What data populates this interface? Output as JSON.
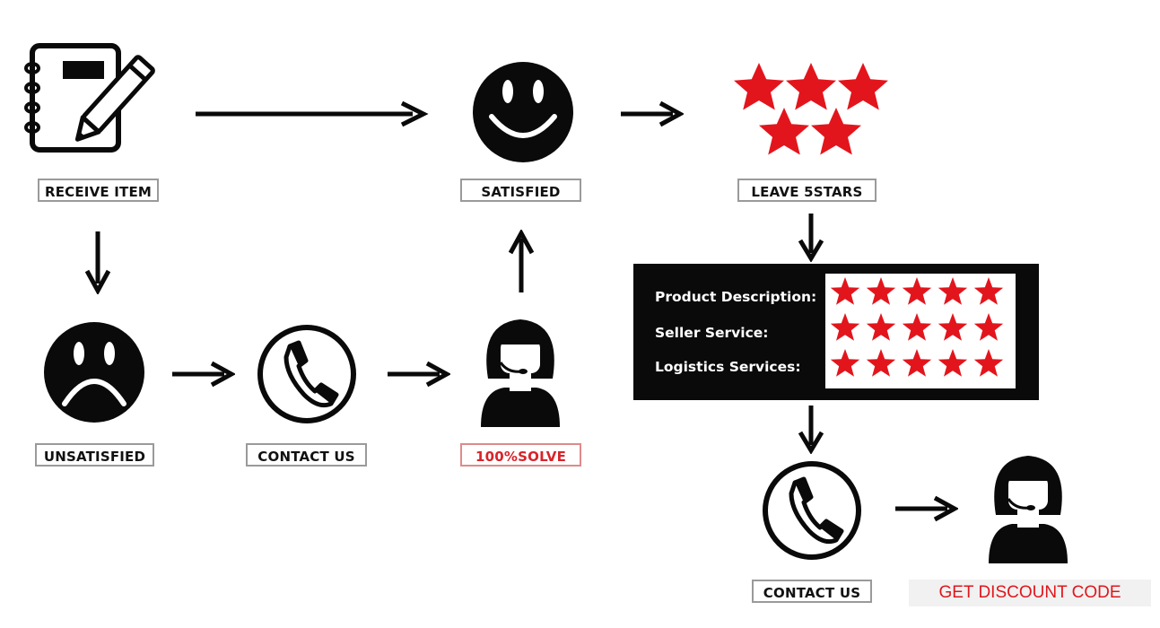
{
  "labels": {
    "receive_item": "RECEIVE ITEM",
    "satisfied": "SATISFIED",
    "leave_5stars": "LEAVE 5STARS",
    "unsatisfied": "UNSATISFIED",
    "contact_us_1": "CONTACT US",
    "solve": "100%SOLVE",
    "contact_us_2": "CONTACT US"
  },
  "rating_panel": {
    "rows": [
      {
        "label": "Product Description:",
        "stars": 5
      },
      {
        "label": "Seller Service:",
        "stars": 5
      },
      {
        "label": "Logistics Services:",
        "stars": 5
      }
    ]
  },
  "discount": "GET DISCOUNT CODE",
  "colors": {
    "star_red": "#e3151c",
    "solve_red": "#d9232a",
    "discount_red": "#e0161d",
    "icon_black": "#0a0a0a"
  },
  "icons": {
    "notebook": "notebook-pencil-icon",
    "happy": "happy-face-icon",
    "sad": "sad-face-icon",
    "phone": "phone-icon",
    "agent": "support-agent-icon",
    "stars": "five-stars-icon"
  }
}
